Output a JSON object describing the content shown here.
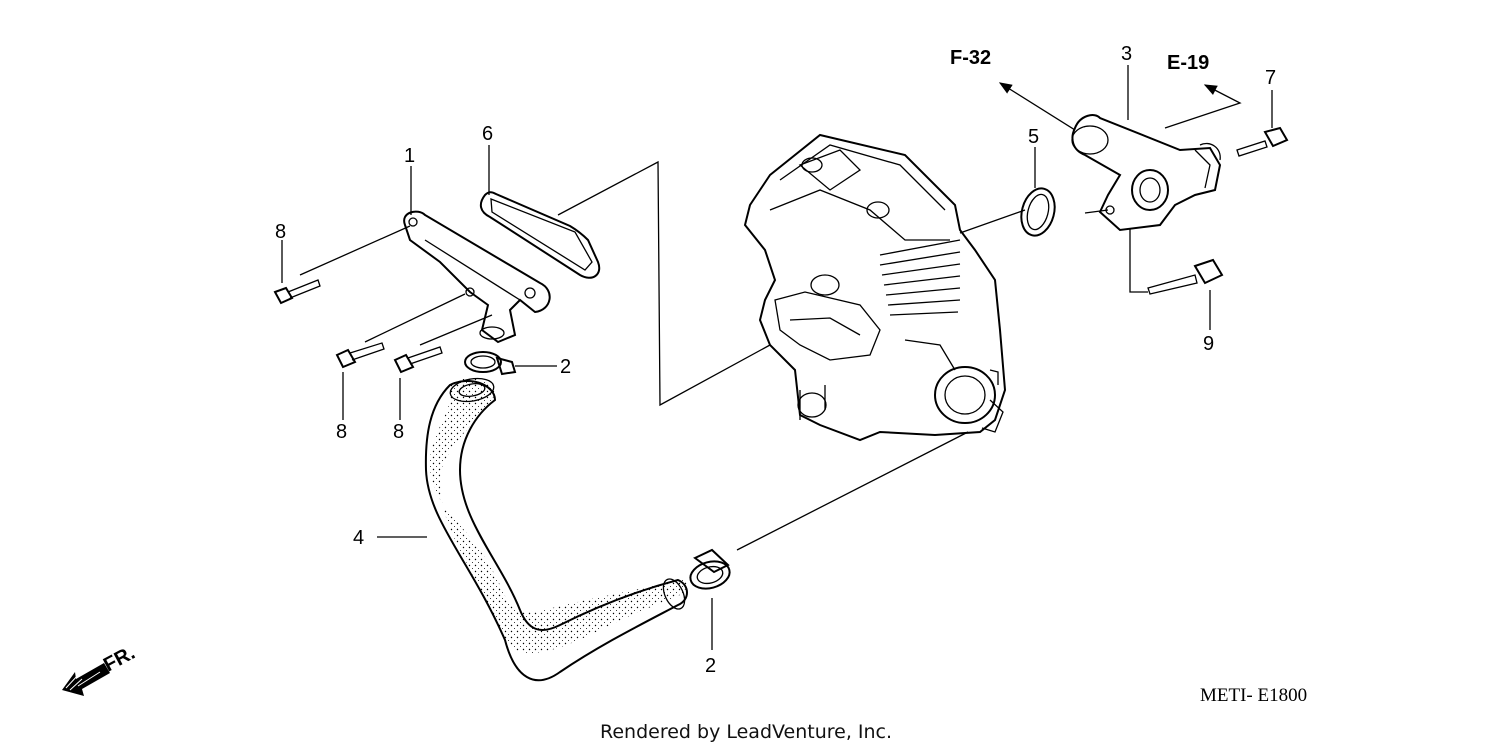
{
  "callouts": {
    "c1": "1",
    "c2a": "2",
    "c2b": "2",
    "c3": "3",
    "c4": "4",
    "c5": "5",
    "c6": "6",
    "c7": "7",
    "c8a": "8",
    "c8b": "8",
    "c8c": "8",
    "c9": "9"
  },
  "references": {
    "f32": "F-32",
    "e19": "E-19"
  },
  "front_indicator": "FR.",
  "diagram_code": "METI- E1800",
  "credit": "Rendered by LeadVenture, Inc."
}
